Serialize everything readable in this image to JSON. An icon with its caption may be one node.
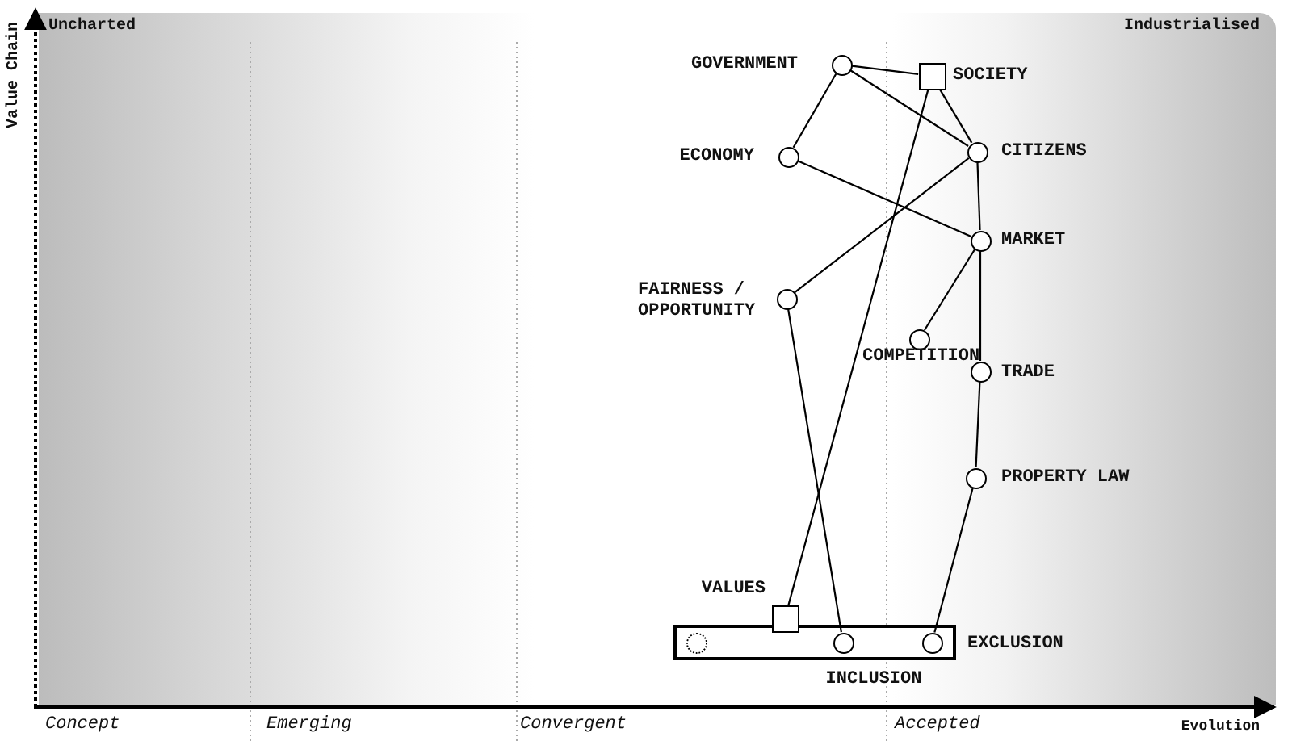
{
  "diagram": {
    "nodes": [
      {
        "text": [
          "GOVERNMENT"
        ]
      },
      {
        "text": [
          "SOCIETY"
        ]
      },
      {
        "text": [
          "ECONOMY"
        ]
      },
      {
        "text": [
          "CITIZENS"
        ]
      },
      {
        "text": [
          "MARKET"
        ]
      },
      {
        "text": [
          "FAIRNESS / OPPORTUNITY"
        ]
      },
      {
        "text": [
          "COMPETITION"
        ]
      },
      {
        "text": [
          "TRADE"
        ]
      },
      {
        "text": [
          "PROPERTY LAW"
        ]
      },
      {
        "text": [
          "VALUES"
        ]
      },
      {
        "text": [],
        "shape": "box"
      },
      {
        "text": [],
        "shape": "circle",
        "in": 10
      },
      {
        "text": [
          "INCLUSION"
        ],
        "in": 10
      },
      {
        "text": [
          "EXCLUSION"
        ],
        "in": 10
      }
    ],
    "edges": [
      {
        "from": 0,
        "to": 1,
        "arrow": "none"
      },
      {
        "from": 0,
        "to": 3,
        "arrow": "none"
      },
      {
        "from": 0,
        "to": 2,
        "arrow": "none"
      },
      {
        "from": 1,
        "to": 3,
        "arrow": "none"
      },
      {
        "from": 1,
        "to": 9,
        "arrow": "none"
      },
      {
        "from": 2,
        "to": 4,
        "arrow": "none"
      },
      {
        "from": 3,
        "to": 4,
        "arrow": "none"
      },
      {
        "from": 3,
        "to": 5,
        "arrow": "none"
      },
      {
        "from": 4,
        "to": 6,
        "arrow": "none"
      },
      {
        "from": 4,
        "to": 7,
        "arrow": "none"
      },
      {
        "from": 7,
        "to": 8,
        "arrow": "none"
      },
      {
        "from": 8,
        "to": 13,
        "arrow": "none"
      },
      {
        "from": 5,
        "to": 12,
        "arrow": "none"
      }
    ],
    "labels": [
      "Uncharted",
      "Industrialised",
      "Value Chain",
      "Concept",
      "Emerging",
      "Convergent",
      "Accepted",
      "Evolution"
    ]
  }
}
